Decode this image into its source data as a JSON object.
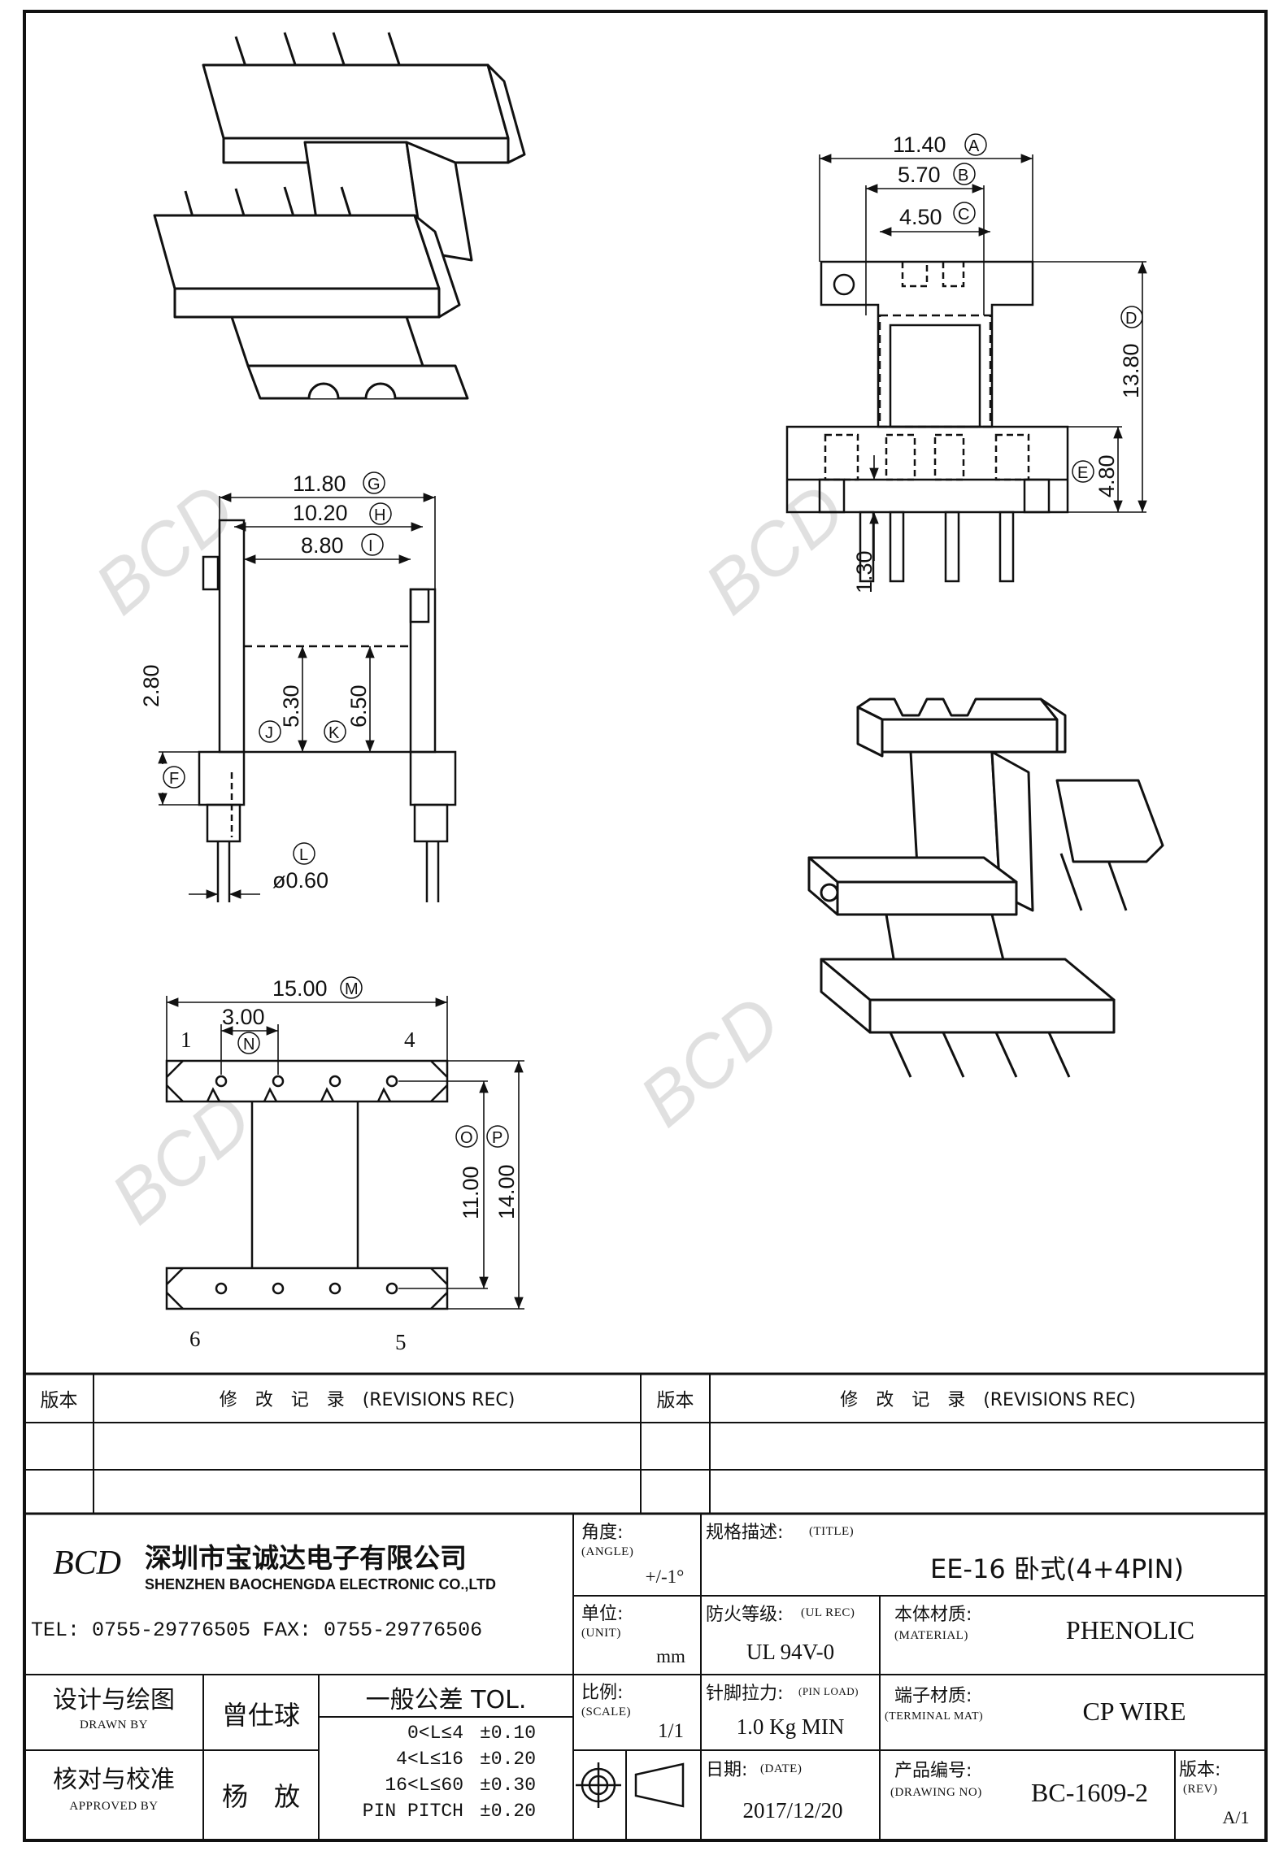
{
  "drawing": {
    "dims": {
      "a": "11.40",
      "b": "5.70",
      "c": "4.50",
      "d": "13.80",
      "e": "4.80",
      "pin_len": "1.30",
      "g": "11.80",
      "h": "10.20",
      "i": "8.80",
      "j": "5.30",
      "k": "6.50",
      "f": "2.80",
      "l": "ø0.60",
      "m": "15.00",
      "n": "3.00",
      "o": "11.00",
      "p": "14.00"
    },
    "markers": {
      "a": "A",
      "b": "B",
      "c": "C",
      "d": "D",
      "e": "E",
      "f": "F",
      "g": "G",
      "h": "H",
      "i": "I",
      "j": "J",
      "k": "K",
      "l": "L",
      "m": "M",
      "n": "N",
      "o": "O",
      "p": "P"
    },
    "pins": {
      "p1": "1",
      "p4": "4",
      "p6": "6",
      "p5": "5"
    },
    "watermark": "BCD"
  },
  "title_block": {
    "rev_header": {
      "ver": "版本",
      "rec": "修　改　记　录　(REVISIONS REC)"
    },
    "company": {
      "logo": "BCD",
      "name_cn": "深圳市宝诚达电子有限公司",
      "name_en": "SHENZHEN BAOCHENGDA ELECTRONIC CO.,LTD",
      "contact": "TEL: 0755-29776505  FAX: 0755-29776506"
    },
    "angle": {
      "label": "角度:",
      "sub": "(ANGLE)",
      "value": "+/-1°"
    },
    "title": {
      "label": "规格描述:",
      "sub": "(TITLE)",
      "value": "EE-16 卧式(4+4PIN)"
    },
    "unit": {
      "label": "单位:",
      "sub": "(UNIT)",
      "value": "mm"
    },
    "ul": {
      "label": "防火等级:",
      "sub": "(UL REC)",
      "value": "UL 94V-0"
    },
    "material": {
      "label": "本体材质:",
      "sub": "(MATERIAL)",
      "value": "PHENOLIC"
    },
    "drawn": {
      "label": "设计与绘图",
      "sub": "DRAWN BY",
      "value": "曾仕球"
    },
    "tolerance": {
      "label": "一般公差 TOL.",
      "rows": [
        {
          "range": "0<L≤4",
          "tol": "±0.10"
        },
        {
          "range": "4<L≤16",
          "tol": "±0.20"
        },
        {
          "range": "16<L≤60",
          "tol": "±0.30"
        },
        {
          "range": "PIN PITCH",
          "tol": "±0.20"
        }
      ]
    },
    "scale": {
      "label": "比例:",
      "sub": "(SCALE)",
      "value": "1/1"
    },
    "pin_load": {
      "label": "针脚拉力:",
      "sub": "(PIN LOAD)",
      "value": "1.0 Kg MIN"
    },
    "terminal": {
      "label": "端子材质:",
      "sub": "(TERMINAL MAT)",
      "value": "CP WIRE"
    },
    "approved": {
      "label": "核对与校准",
      "sub": "APPROVED BY",
      "value": "杨　放"
    },
    "date": {
      "label": "日期:",
      "sub": "(DATE)",
      "value": "2017/12/20"
    },
    "drawing_no": {
      "label": "产品编号:",
      "sub": "(DRAWING NO)",
      "value": "BC-1609-2"
    },
    "rev": {
      "label": "版本:",
      "sub": "(REV)",
      "value": "A/1"
    }
  }
}
